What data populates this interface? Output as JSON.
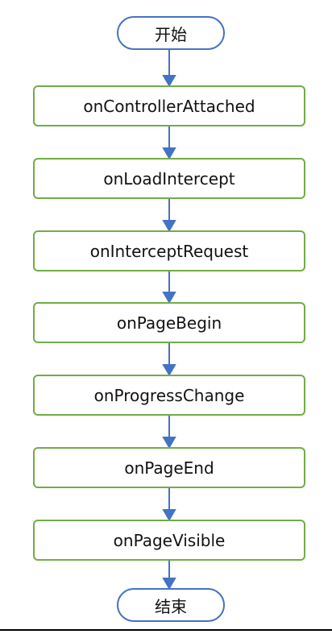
{
  "flow": {
    "start": "开始",
    "steps": [
      "onControllerAttached",
      "onLoadIntercept",
      "onInterceptRequest",
      "onPageBegin",
      "onProgressChange",
      "onPageEnd",
      "onPageVisible"
    ],
    "end": "结束"
  },
  "colors": {
    "terminal_border": "#4472c4",
    "step_border": "#70ad47",
    "arrow": "#4472c4"
  }
}
